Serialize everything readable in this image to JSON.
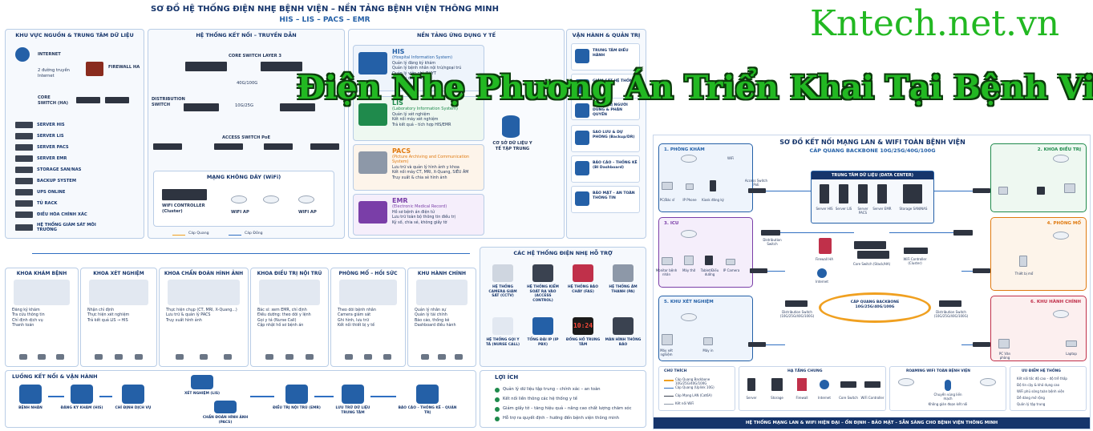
{
  "header": {
    "title": "SƠ ĐỒ HỆ THỐNG ĐIỆN NHẸ BỆNH VIỆN – NỀN TẢNG BỆNH VIỆN THÔNG MINH",
    "subtitle": "HIS – LIS – PACS – EMR",
    "watermark": "Kntech.net.vn",
    "overlay": "Điện Nhẹ Phương Án Triển Khai Tại Bệnh Viện"
  },
  "source": {
    "title": "KHU VỰC NGUỒN & TRUNG TÂM DỮ LIỆU",
    "internet": "INTERNET",
    "lines": "2 đường truyền Internet",
    "firewall": "FIREWALL HA",
    "core": "CORE SWITCH (HA)",
    "servers": [
      "SERVER HIS",
      "SERVER LIS",
      "SERVER PACS",
      "SERVER EMR",
      "STORAGE SAN/NAS",
      "BACKUP SYSTEM",
      "UPS ONLINE",
      "TỦ RACK",
      "ĐIỀU HÒA CHÍNH XÁC",
      "HỆ THỐNG GIÁM SÁT MÔI TRƯỜNG"
    ]
  },
  "network": {
    "title": "HỆ THỐNG KẾT NỐI – TRUYỀN DẪN",
    "core_l3": "CORE SWITCH LAYER 3",
    "speed1": "40G/100G",
    "speed2": "10G/25G",
    "dist": "DISTRIBUTION SWITCH",
    "access": "ACCESS SWITCH PoE",
    "wifi_title": "MẠNG KHÔNG DÂY (WiFi)",
    "wlc": "WIFI CONTROLLER (Cluster)",
    "ap1": "WIFI AP",
    "ap2": "WIFI AP",
    "legend_fiber": "Cáp Quang",
    "legend_copper": "Cáp Đồng"
  },
  "apps": {
    "title": "NỀN TẢNG ỨNG DỤNG Y TẾ",
    "db": "CƠ SỞ DỮ LIỆU Y TẾ TẬP TRUNG",
    "cards": [
      {
        "name": "HIS",
        "sub": "(Hospital Information System)",
        "items": [
          "Quản lý đăng ký khám",
          "Quản lý bệnh nhân nội trú/ngoại trú",
          "Quản lý viện phí, BHYT",
          "Quản lý dược, vật tư"
        ],
        "color": "#2460a7"
      },
      {
        "name": "LIS",
        "sub": "(Laboratory Information System)",
        "items": [
          "Quản lý xét nghiệm",
          "Kết nối máy xét nghiệm",
          "Trả kết quả – tích hợp HIS/EMR"
        ],
        "color": "#1f8a4c"
      },
      {
        "name": "PACS",
        "sub": "(Picture Archiving and Communication System)",
        "items": [
          "Lưu trữ và quản lý hình ảnh y khoa",
          "Kết nối máy CT, MRI, X-Quang, SIÊU ÂM",
          "Truy xuất & chia sẻ hình ảnh"
        ],
        "color": "#e07a10"
      },
      {
        "name": "EMR",
        "sub": "(Electronic Medical Record)",
        "items": [
          "Hồ sơ bệnh án điện tử",
          "Lưu trữ toàn bộ thông tin điều trị",
          "Ký số, chia sẻ, không giấy tờ"
        ],
        "color": "#7a3ea8"
      }
    ]
  },
  "ops": {
    "title": "VẬN HÀNH & QUẢN TRỊ",
    "items": [
      "TRUNG TÂM ĐIỀU HÀNH",
      "GIÁM SÁT HỆ THỐNG",
      "QUẢN TRỊ NGƯỜI DÙNG & PHÂN QUYỀN",
      "SAO LƯU & DỰ PHÒNG (Backup/DR)",
      "BÁO CÁO – THỐNG KÊ (BI Dashboard)",
      "BẢO MẬT – AN TOÀN THÔNG TIN"
    ]
  },
  "depts": [
    {
      "name": "KHOA KHÁM BỆNH",
      "items": [
        "Đăng ký khám",
        "Tra cứu thông tin",
        "Chỉ định dịch vụ",
        "Thanh toán"
      ]
    },
    {
      "name": "KHOA XÉT NGHIỆM",
      "items": [
        "Nhận chỉ định",
        "Thực hiện xét nghiệm",
        "Trả kết quả LIS → HIS"
      ]
    },
    {
      "name": "KHOA CHẨN ĐOÁN HÌNH ẢNH",
      "items": [
        "Thực hiện chụp (CT, MRI, X-Quang...)",
        "Lưu trữ & quản lý PACS",
        "Truy xuất hình ảnh"
      ]
    },
    {
      "name": "KHOA ĐIỀU TRỊ NỘI TRÚ",
      "items": [
        "Bác sĩ: xem EMR, chỉ định",
        "Điều dưỡng: theo dõi y lệnh",
        "Gọi y tá (Nurse Call)",
        "Cập nhật hồ sơ bệnh án"
      ]
    },
    {
      "name": "PHÒNG MỔ – HỒI SỨC",
      "items": [
        "Theo dõi bệnh nhân",
        "Camera giám sát",
        "Ghi hình, lưu trữ",
        "Kết nối thiết bị y tế"
      ]
    },
    {
      "name": "KHU HÀNH CHÍNH",
      "items": [
        "Quản lý nhân sự",
        "Quản lý tài chính",
        "Báo cáo, thống kê",
        "Dashboard điều hành"
      ]
    }
  ],
  "support": {
    "title": "CÁC HỆ THỐNG ĐIỆN NHẸ HỖ TRỢ",
    "items": [
      "HỆ THỐNG CAMERA GIÁM SÁT (CCTV)",
      "HỆ THỐNG KIỂM SOÁT RA VÀO (ACCESS CONTROL)",
      "HỆ THỐNG BÁO CHÁY (FAS)",
      "HỆ THỐNG ÂM THANH (PA)",
      "HỆ THỐNG GỌI Y TÁ (NURSE CALL)",
      "TỔNG ĐÀI IP (IP PBX)",
      "ĐỒNG HỒ TRUNG TÂM",
      "MÀN HÌNH THÔNG BÁO"
    ],
    "clock": "10:24"
  },
  "flow": {
    "title": "LUỒNG KẾT NỐI & VẬN HÀNH",
    "steps": [
      "BỆNH NHÂN",
      "ĐĂNG KÝ KHÁM (HIS)",
      "CHỈ ĐỊNH DỊCH VỤ",
      "XÉT NGHIỆM (LIS)",
      "CHẨN ĐOÁN HÌNH ẢNH (PACS)",
      "ĐIỀU TRỊ NỘI TRÚ (EMR)",
      "LƯU TRỮ DỮ LIỆU TRUNG TÂM",
      "BÁO CÁO – THỐNG KÊ – QUẢN TRỊ"
    ]
  },
  "benefits": {
    "title": "LỢI ÍCH",
    "items": [
      "Quản lý dữ liệu tập trung – chính xác – an toàn",
      "Kết nối liền thông các hệ thống y tế",
      "Giảm giấy tờ – tăng hiệu quả – nâng cao chất lượng chăm sóc",
      "Hỗ trợ ra quyết định – hướng đến bệnh viện thông minh"
    ]
  },
  "lan": {
    "title": "SƠ ĐỒ KẾT NỐI MẠNG LAN & WIFI TOÀN BỆNH VIỆN",
    "subtitle": "CÁP QUANG BACKBONE 10G/25G/40G/100G",
    "zones": [
      {
        "name": "1. PHÒNG KHÁM",
        "color": "#2460a7",
        "bg": "#eef4fc"
      },
      {
        "name": "2. KHOA ĐIỀU TRỊ",
        "color": "#1f8a4c",
        "bg": "#eef8f1"
      },
      {
        "name": "3. ICU",
        "color": "#7a3ea8",
        "bg": "#f5eefb"
      },
      {
        "name": "4. PHÒNG MỔ",
        "color": "#e07a10",
        "bg": "#fdf4ea"
      },
      {
        "name": "5. KHU XÉT NGHIỆM",
        "color": "#2460a7",
        "bg": "#eef4fc"
      },
      {
        "name": "6. KHU HÀNH CHÍNH",
        "color": "#c0304a",
        "bg": "#fcefef"
      }
    ],
    "dc_title": "TRUNG TÂM DỮ LIỆU (DATA CENTER)",
    "dc_items": [
      "Server HIS",
      "Server LIS",
      "Server PACS",
      "Server EMR",
      "Storage SAN/NAS"
    ],
    "firewall": "Firewall HA",
    "core": "Core Switch (Stack/HA)",
    "wlc": "WiFi Controller (Cluster)",
    "internet": "Internet",
    "backbone": "CÁP QUANG BACKBONE 10G/25G/40G/100G",
    "dist1": "Distribution Switch (10G/25G/40G/100G)",
    "dist2": "Distribution Switch (10G/25G/40G/100G)",
    "dist_small": "Distribution Switch",
    "access": "Access Switch PoE",
    "wifi": "WiFi",
    "dev_pc": "PC/Bác sĩ",
    "dev_phone": "IP Phone",
    "dev_kiosk": "Kiosk đăng ký",
    "dev_tablet": "Tablet/Điều dưỡng",
    "dev_monitor": "Monitor bệnh nhân",
    "dev_breath": "Máy thở",
    "dev_cam": "IP Camera",
    "dev_test": "Máy xét nghiệm",
    "dev_print": "Máy in",
    "dev_laptop": "Laptop",
    "dev_surg": "Thiết bị mổ",
    "dev_pcvp": "PC Văn phòng",
    "legend_title": "CHÚ THÍCH",
    "legend": [
      "Cáp Quang Backbone 10G/25G/40G/100G",
      "Cáp Quang (Uplink 10G)",
      "Cáp Mạng LAN (Cat6A)",
      "Kết nối WiFi"
    ],
    "equip_title": "HẠ TẦNG CHUNG",
    "equip": [
      "Server",
      "Storage",
      "Firewall",
      "Internet",
      "Core Switch",
      "WiFi Controller"
    ],
    "roam_title": "ROAMING WIFI TOÀN BỆNH VIỆN",
    "roam_note": "Chuyển vùng liền mạch",
    "roam_sub": "Không gián đoạn kết nối",
    "adv_title": "ƯU ĐIỂM HỆ THỐNG",
    "adv": [
      "Kết nối tốc độ cao – độ trễ thấp",
      "Độ tin cậy & khả dụng cao",
      "WiFi phủ sóng toàn bệnh viện",
      "Dễ dàng mở rộng",
      "Quản lý tập trung"
    ],
    "footer": "HỆ THỐNG MẠNG LAN & WIFI HIỆN ĐẠI – ỔN ĐỊNH – BẢO MẬT – SẴN SÀNG CHO BỆNH VIỆN THÔNG MINH"
  },
  "colors": {
    "primary": "#16356b",
    "blue": "#2460a7",
    "green_wm": "#22b822",
    "orange": "#f0a020"
  }
}
